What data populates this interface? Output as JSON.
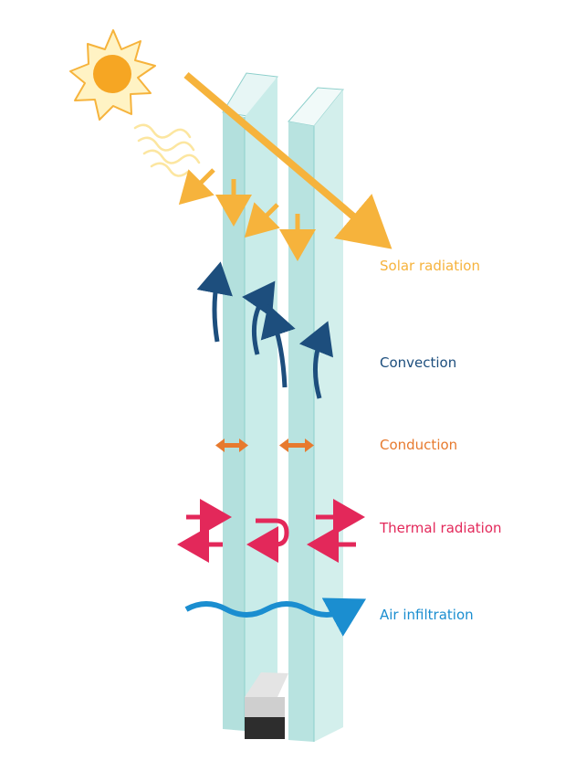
{
  "labels": {
    "solar_radiation": "Solar radiation",
    "convection": "Convection",
    "conduction": "Conduction",
    "thermal_radiation": "Thermal radiation",
    "air_infiltration": "Air infiltration"
  },
  "colors": {
    "solar": "#F6B33C",
    "sun_fill": "#F6A623",
    "sun_ray": "#FCE6A0",
    "convection": "#1D4E7D",
    "conduction": "#E77A2E",
    "thermal": "#E3285A",
    "air": "#1B8ED0",
    "glass_front": "#B8E3E0",
    "glass_edge": "#D9F1EF",
    "glass_top": "#E7F6F5",
    "spacer": "#2D2D2D",
    "seal": "#CFCFCF"
  },
  "icons": {
    "sun": "sun-icon"
  }
}
